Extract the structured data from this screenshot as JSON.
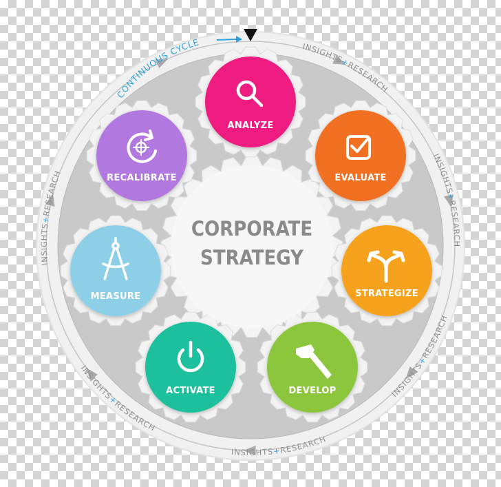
{
  "center": {
    "line1": "CORPORATE",
    "line2": "STRATEGY"
  },
  "cycle_label": "CONTINUOUS CYCLE",
  "ring_label": {
    "a": "INSIGHTS",
    "plus": "+",
    "b": "RESEARCH"
  },
  "steps": [
    {
      "label": "ANALYZE",
      "color": "#ee1c80",
      "icon": "magnifier-icon"
    },
    {
      "label": "EVALUATE",
      "color": "#f26f21",
      "icon": "checkbox-icon"
    },
    {
      "label": "STRATEGIZE",
      "color": "#f7a21b",
      "icon": "split-arrow-icon"
    },
    {
      "label": "DEVELOP",
      "color": "#8cc63e",
      "icon": "hammer-icon"
    },
    {
      "label": "ACTIVATE",
      "color": "#1fc09d",
      "icon": "power-icon"
    },
    {
      "label": "MEASURE",
      "color": "#8ecfe8",
      "icon": "compass-icon"
    },
    {
      "label": "RECALIBRATE",
      "color": "#b178e0",
      "icon": "refresh-target-icon"
    }
  ],
  "colors": {
    "outer_ring": "#f1f1f1",
    "disc": "#c9c9c9",
    "gear": "#f3f3f3",
    "center_text": "#8a8a8a",
    "cycle_accent": "#2ea3dc",
    "marker": "#111111"
  }
}
